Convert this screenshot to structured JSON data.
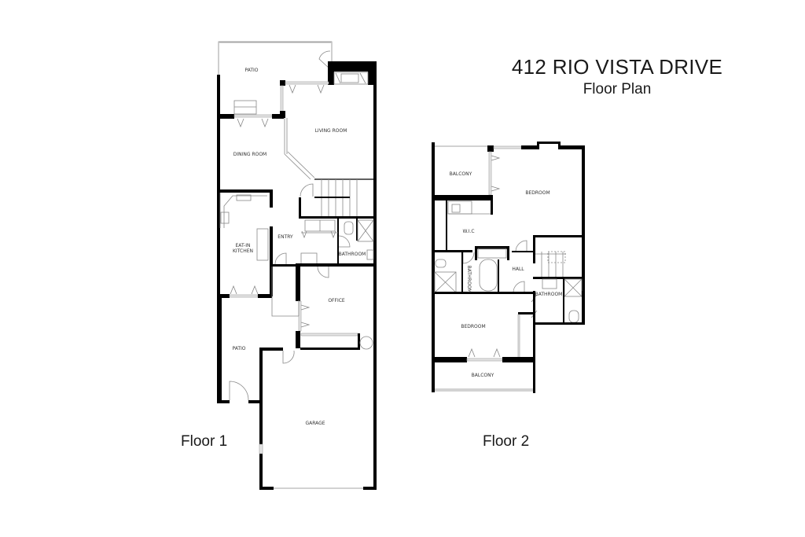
{
  "header": {
    "title": "412 RIO VISTA DRIVE",
    "subtitle": "Floor Plan"
  },
  "floors": [
    {
      "label": "Floor 1",
      "rooms": [
        {
          "name": "PATIO"
        },
        {
          "name": "LIVING ROOM"
        },
        {
          "name": "DINING ROOM"
        },
        {
          "name": "EAT-IN KITCHEN"
        },
        {
          "name": "ENTRY"
        },
        {
          "name": "BATHROOM"
        },
        {
          "name": "OFFICE"
        },
        {
          "name": "PATIO"
        },
        {
          "name": "GARAGE"
        }
      ]
    },
    {
      "label": "Floor 2",
      "rooms": [
        {
          "name": "BALCONY"
        },
        {
          "name": "BEDROOM"
        },
        {
          "name": "W.I.C"
        },
        {
          "name": "BATHROOM"
        },
        {
          "name": "HALL"
        },
        {
          "name": "BATHROOM"
        },
        {
          "name": "BEDROOM"
        },
        {
          "name": "BALCONY"
        }
      ]
    }
  ],
  "colors": {
    "wall": "#000000",
    "background": "#ffffff",
    "text": "#1a1a1a"
  }
}
